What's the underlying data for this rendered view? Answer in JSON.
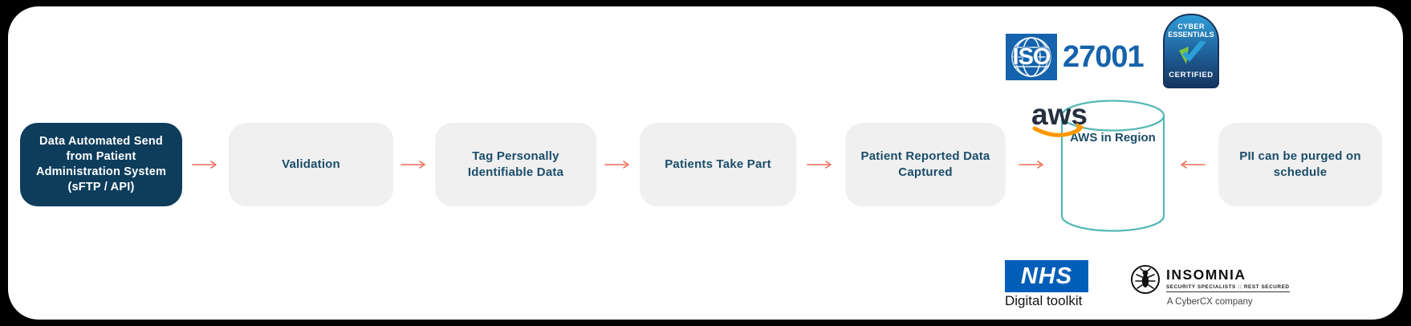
{
  "flow": {
    "nodes": [
      {
        "label": "Data Automated Send from Patient Administration System (sFTP / API)"
      },
      {
        "label": "Validation"
      },
      {
        "label": "Tag Personally Identifiable Data"
      },
      {
        "label": "Patients Take Part"
      },
      {
        "label": "Patient Reported Data Captured"
      },
      {
        "label": "AWS in Region"
      },
      {
        "label": "PII can be purged on schedule"
      }
    ],
    "aws_logo_text": "aws"
  },
  "badges": {
    "iso": {
      "word": "ISO",
      "number": "27001"
    },
    "cyber_essentials": {
      "title_line1": "CYBER",
      "title_line2": "ESSENTIALS",
      "certified": "CERTIFIED"
    },
    "nhs": {
      "logo": "NHS",
      "caption": "Digital toolkit"
    },
    "insomnia": {
      "name": "INSOMNIA",
      "tagline": "SECURITY SPECIALISTS :: REST SECURED",
      "company": "A CyberCX company"
    }
  },
  "colors": {
    "arrow": "#ed6a56",
    "dark_node": "#0e3d5c",
    "light_node": "#f0f0f1",
    "node_text": "#1b4d68",
    "cylinder_stroke": "#54b8b4",
    "iso_blue": "#1463ac",
    "nhs_blue": "#005eb8",
    "aws_dark": "#252f3e",
    "aws_orange": "#ff9900"
  }
}
